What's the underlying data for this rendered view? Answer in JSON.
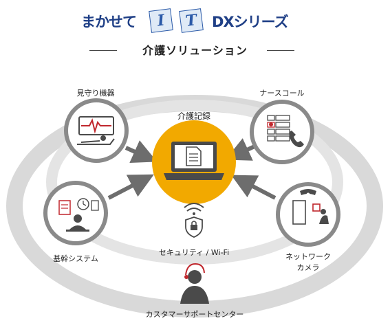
{
  "title": {
    "prefix": "まかせて",
    "i_letter": "I",
    "t_letter": "T",
    "suffix": "DXシリーズ"
  },
  "subtitle": "介護ソリューション",
  "nodes": {
    "center": "介護記録",
    "top_left": "見守り機器",
    "top_right": "ナースコール",
    "bottom_left": "基幹システム",
    "bottom_right_line1": "ネットワーク",
    "bottom_right_line2": "カメラ",
    "security": "セキュリティ / Wi-Fi",
    "support": "カスタマーサポートセンター"
  },
  "colors": {
    "accent_orange": "#f2a900",
    "title_blue": "#1f3f86",
    "ring_gray": "#d9d9d9",
    "icon_red": "#c0272d",
    "icon_dark": "#4a4a4a"
  }
}
